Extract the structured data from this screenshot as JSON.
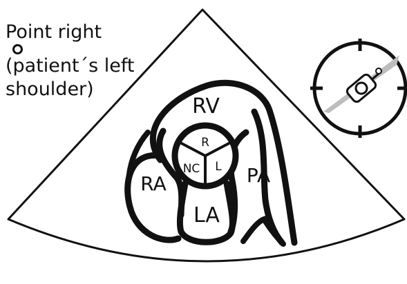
{
  "caption": {
    "line1": "Point right",
    "line2": "(patient´s left",
    "line3": "shoulder)"
  },
  "labels": {
    "rv": "RV",
    "ra": "RA",
    "la": "LA",
    "pa": "PA",
    "r": "R",
    "nc": "NC",
    "l": "L"
  },
  "icons": {
    "marker": "orientation-dot-icon",
    "probe": "transducer-probe-icon"
  },
  "colors": {
    "ink": "#111111",
    "beam": "#bdbdbd",
    "background": "#ffffff"
  }
}
